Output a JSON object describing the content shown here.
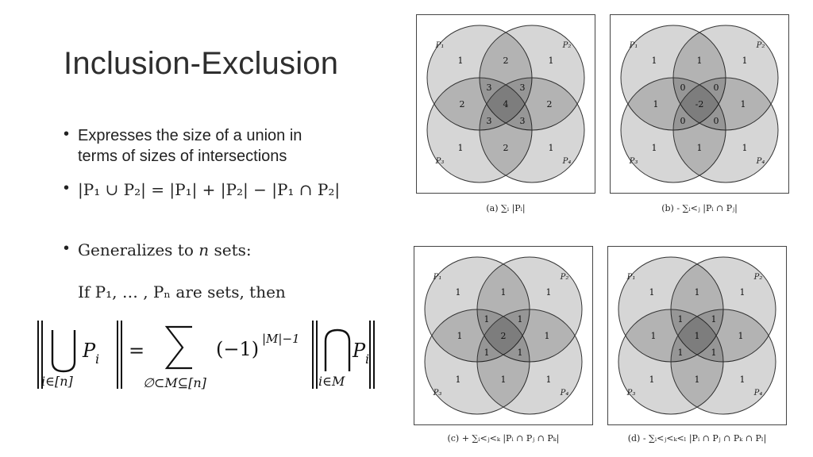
{
  "title": "Inclusion-Exclusion",
  "bullets": {
    "b1_line1": "Expresses the size of a union in",
    "b1_line2": "terms of sizes of intersections",
    "b2": "|P₁ ∪ P₂| = |P₁| + |P₂| − |P₁ ∩ P₂|",
    "b3_prefix": "Generalizes to ",
    "b3_var": "n",
    "b3_suffix": " sets:",
    "b4": "If P₁, … , Pₙ are sets, then"
  },
  "formula": {
    "union_sub": "i∈[n]",
    "term": "P",
    "term_sub": "i",
    "equals": "=",
    "sum_sub": "∅⊂M⊆[n]",
    "sign": "(−1)",
    "exponent": "|M|−1",
    "inter_sub": "i∈M"
  },
  "set_labels": [
    "P₁",
    "P₂",
    "P₃",
    "P₄"
  ],
  "panels": [
    {
      "caption": "(a) ∑ᵢ |Pᵢ|",
      "regions": {
        "only1": "1",
        "only2": "1",
        "only3": "1",
        "only4": "1",
        "p12": "2",
        "p13": "2",
        "p24": "2",
        "p34": "2",
        "t123": "3",
        "t124": "3",
        "t134": "3",
        "t234": "3",
        "all": "4"
      }
    },
    {
      "caption": "(b) - ∑ᵢ<ⱼ |Pᵢ ∩ Pⱼ|",
      "regions": {
        "only1": "1",
        "only2": "1",
        "only3": "1",
        "only4": "1",
        "p12": "1",
        "p13": "1",
        "p24": "1",
        "p34": "1",
        "t123": "0",
        "t124": "0",
        "t134": "0",
        "t234": "0",
        "all": "-2"
      }
    },
    {
      "caption": "(c) + ∑ᵢ<ⱼ<ₖ |Pᵢ ∩ Pⱼ ∩ Pₖ|",
      "regions": {
        "only1": "1",
        "only2": "1",
        "only3": "1",
        "only4": "1",
        "p12": "1",
        "p13": "1",
        "p24": "1",
        "p34": "1",
        "t123": "1",
        "t124": "1",
        "t134": "1",
        "t234": "1",
        "all": "2"
      }
    },
    {
      "caption": "(d) - ∑ᵢ<ⱼ<ₖ<ₗ |Pᵢ ∩ Pⱼ ∩ Pₖ ∩ Pₗ|",
      "regions": {
        "only1": "1",
        "only2": "1",
        "only3": "1",
        "only4": "1",
        "p12": "1",
        "p13": "1",
        "p24": "1",
        "p34": "1",
        "t123": "1",
        "t124": "1",
        "t134": "1",
        "t234": "1",
        "all": "1"
      }
    }
  ]
}
